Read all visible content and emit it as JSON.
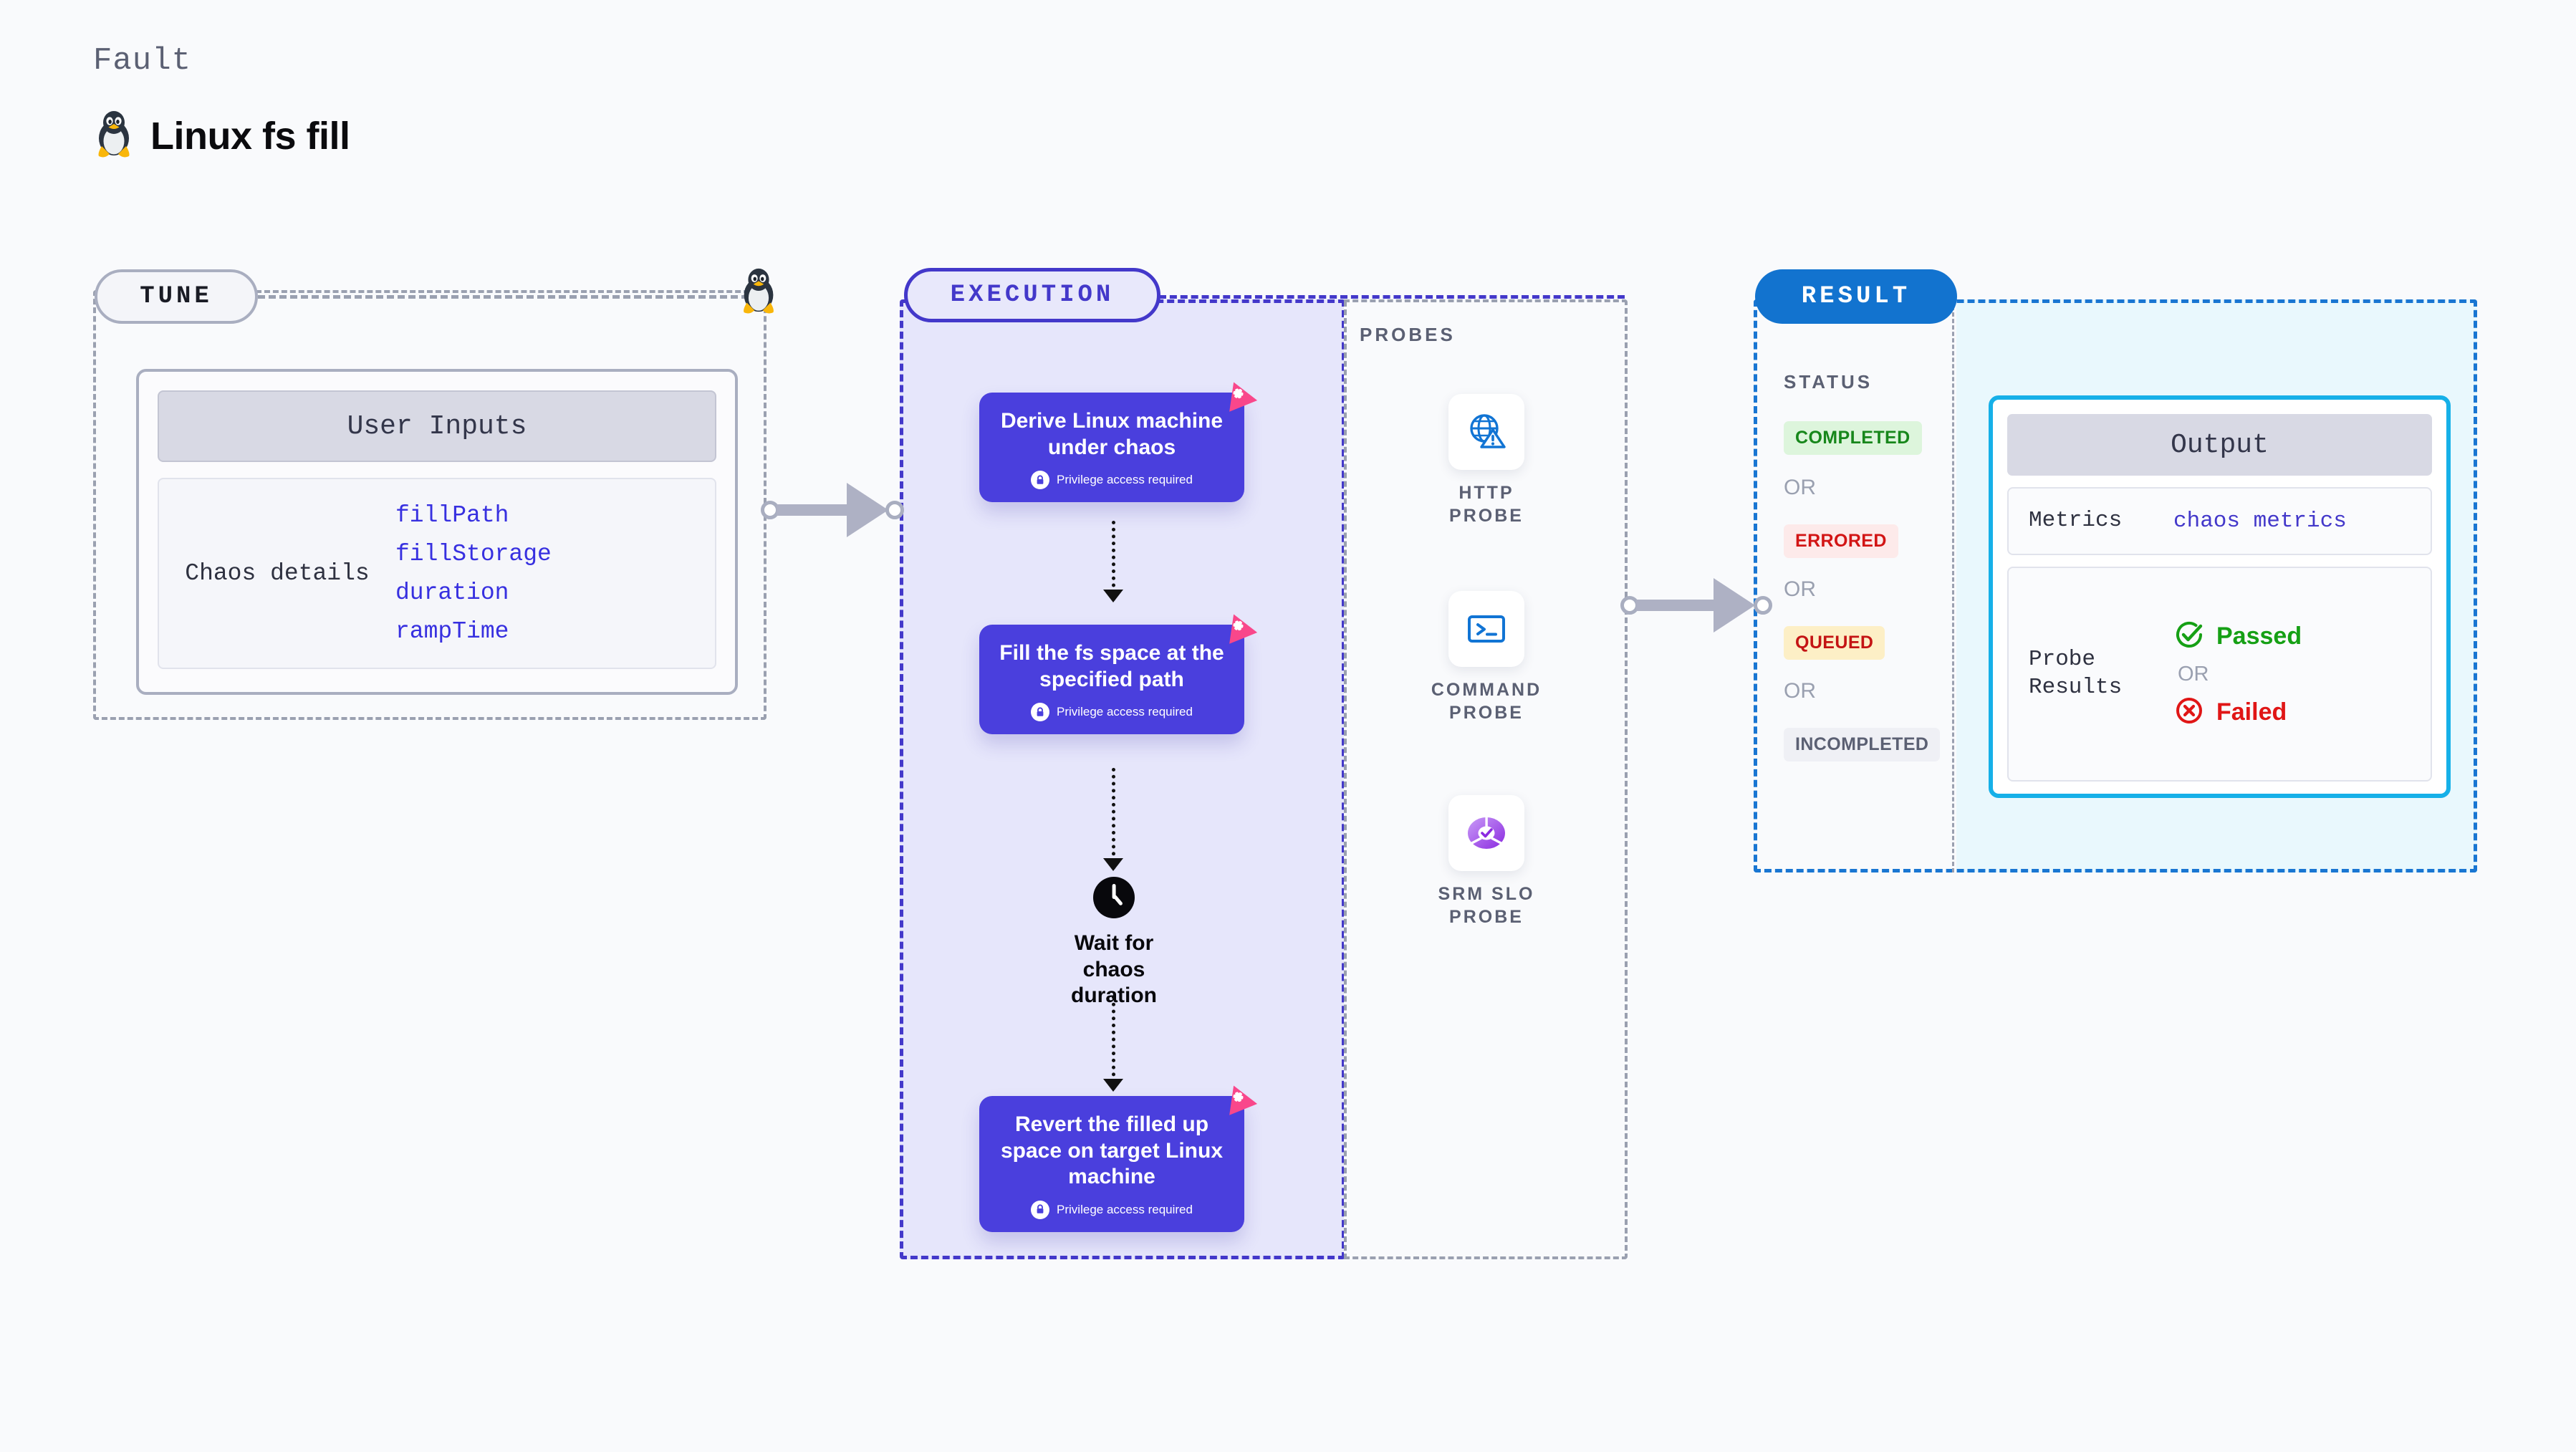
{
  "header": {
    "section_label": "Fault",
    "title": "Linux fs fill",
    "icon": "tux-penguin-icon"
  },
  "tune": {
    "pill_label": "TUNE",
    "card": {
      "header": "User Inputs",
      "detail_label": "Chaos details",
      "parameters": [
        "fillPath",
        "fillStorage",
        "duration",
        "rampTime"
      ]
    },
    "edge_icon": "tux-penguin-icon"
  },
  "execution": {
    "pill_label": "EXECUTION",
    "cards": [
      {
        "title": "Derive Linux machine under chaos",
        "privilege": "Privilege access required",
        "badge": "chaos-fault-badge-icon"
      },
      {
        "title": "Fill the fs space at the specified path",
        "privilege": "Privilege access required",
        "badge": "chaos-fault-badge-icon"
      },
      {
        "title": "Revert the filled up space on target Linux machine",
        "privilege": "Privilege access required",
        "badge": "chaos-fault-badge-icon"
      }
    ],
    "wait_node": {
      "icon": "clock-icon",
      "label": "Wait for chaos duration"
    }
  },
  "probes": {
    "title": "PROBES",
    "items": [
      {
        "label": "HTTP PROBE",
        "icon": "globe-warning-icon"
      },
      {
        "label": "COMMAND PROBE",
        "icon": "terminal-icon"
      },
      {
        "label": "SRM SLO PROBE",
        "icon": "slo-donut-check-icon"
      }
    ]
  },
  "result": {
    "pill_label": "RESULT",
    "status_title": "STATUS",
    "or_label": "OR",
    "statuses": [
      {
        "label": "COMPLETED",
        "bg": "#ddf5dc",
        "fg": "#17871b"
      },
      {
        "label": "ERRORED",
        "bg": "#fdeaea",
        "fg": "#d21515"
      },
      {
        "label": "QUEUED",
        "bg": "#fdefc6",
        "fg": "#c41414"
      },
      {
        "label": "INCOMPLETED",
        "bg": "#eff0f5",
        "fg": "#5b6073"
      }
    ],
    "output": {
      "header": "Output",
      "metrics_key": "Metrics",
      "metrics_value": "chaos metrics",
      "probe_results_key": "Probe Results",
      "passed_label": "Passed",
      "failed_label": "Failed",
      "or_label": "OR",
      "passed_icon": "check-circle-icon",
      "failed_icon": "x-circle-icon"
    }
  },
  "colors": {
    "indigo": "#4338ca",
    "card_indigo": "#4a3fdd",
    "lavender_panel": "#e6e6fb",
    "result_blue": "#1273cf",
    "output_cyan": "#16b0e8",
    "badge_pink": "#f9478b",
    "param_blue": "#3730e0",
    "gray_dash": "#9aa0b0"
  }
}
